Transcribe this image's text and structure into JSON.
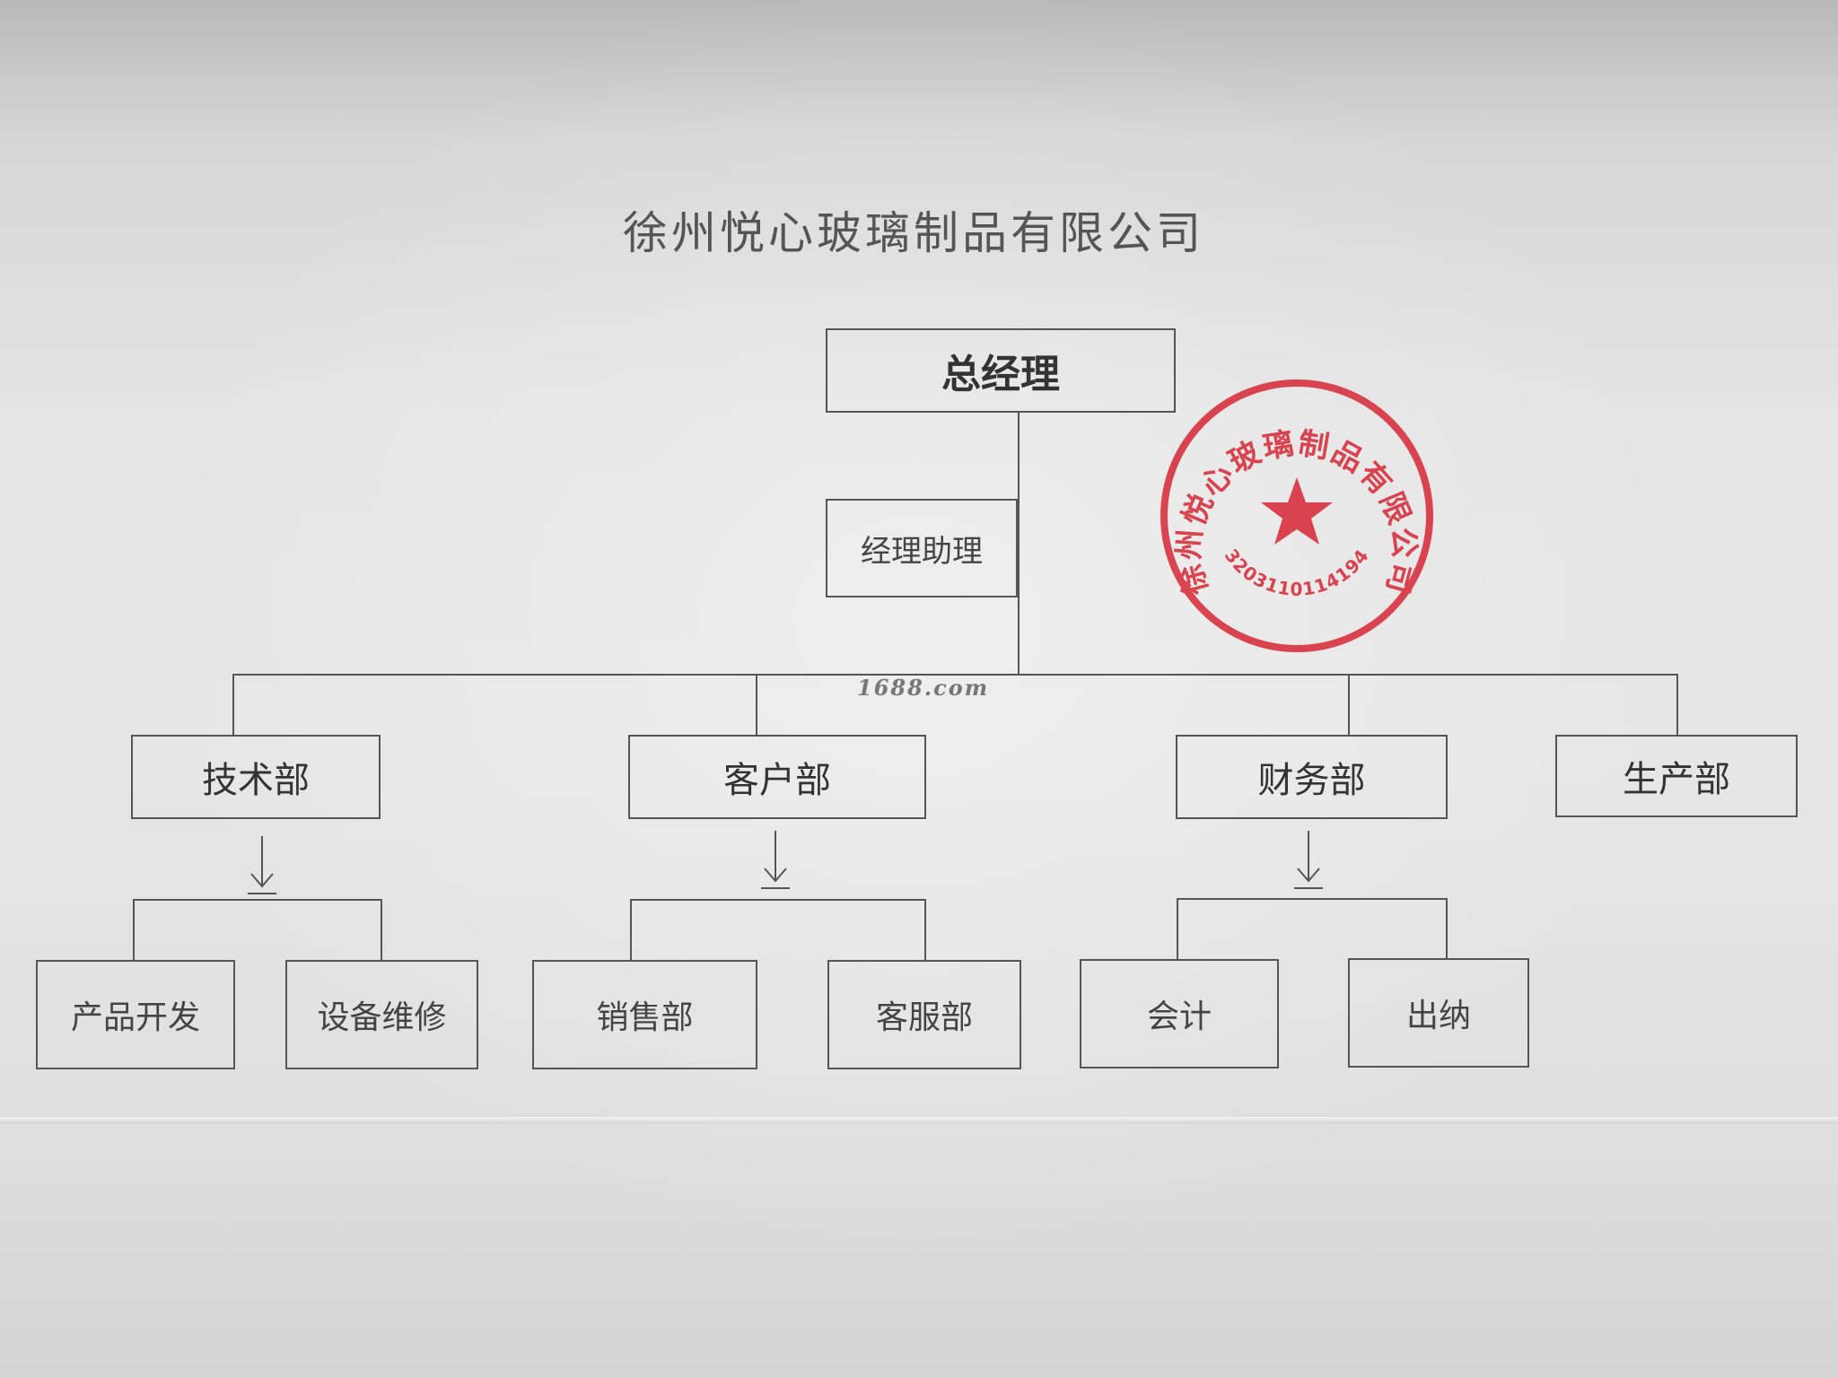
{
  "company_title": "徐州悦心玻璃制品有限公司",
  "org": {
    "general_manager": "总经理",
    "assistant": "经理助理",
    "departments": {
      "tech": "技术部",
      "customer": "客户部",
      "finance": "财务部",
      "production": "生产部"
    },
    "subunits": {
      "product_dev": "产品开发",
      "equipment_maint": "设备维修",
      "sales": "销售部",
      "customer_service": "客服部",
      "accounting": "会计",
      "cashier": "出纳"
    }
  },
  "watermark": "1688.com",
  "seal": {
    "text": "徐州悦心玻璃制品有限公司",
    "code": "3203110114194",
    "color": "#d8323f"
  }
}
